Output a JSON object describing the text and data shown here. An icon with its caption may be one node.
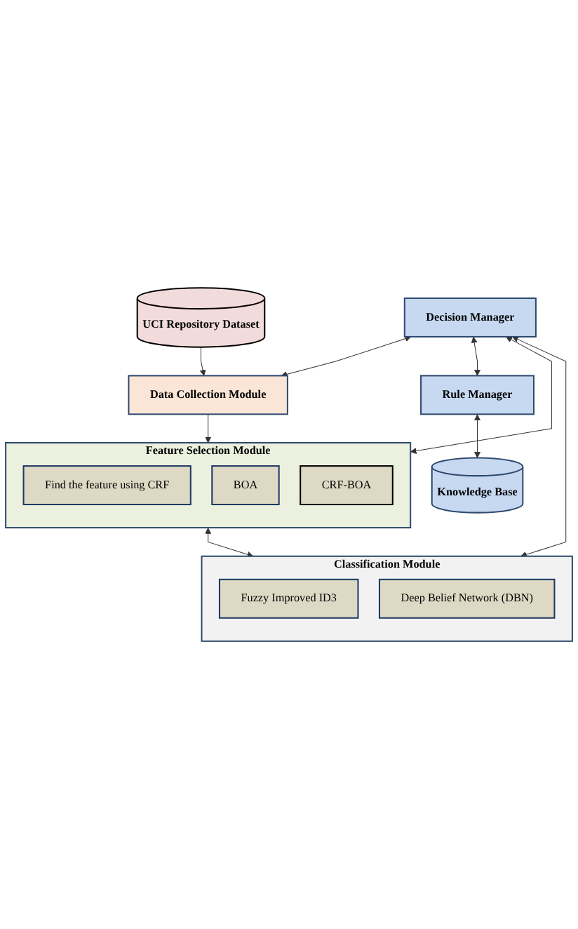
{
  "diagram": {
    "nodes": [
      {
        "text": [
          "Data Collection Module"
        ]
      },
      {
        "text": [
          "UCI Repository Dataset"
        ]
      },
      {
        "text": [
          "Feature Selection Module"
        ]
      },
      {
        "text": [
          "Find the feature using CRF"
        ],
        "in": 2
      },
      {
        "text": [
          "BOA"
        ],
        "in": 2
      },
      {
        "text": [
          "CRF-BOA"
        ],
        "in": 2
      },
      {
        "text": [
          "Decision Manager"
        ]
      },
      {
        "text": [
          "Rule Manager"
        ]
      },
      {
        "text": [
          "Knowledge Base"
        ]
      },
      {
        "text": [
          "Classification Module"
        ]
      },
      {
        "text": [
          "Fuzzy Improved ID3"
        ],
        "in": 9
      },
      {
        "text": [
          "Deep Belief Network (DBN)"
        ],
        "in": 9
      }
    ],
    "edges": [
      {
        "from": 1,
        "to": 0,
        "arrow": "to"
      },
      {
        "from": 6,
        "to": 0,
        "arrow": "both"
      },
      {
        "from": 0,
        "to": 2,
        "arrow": "to"
      },
      {
        "from": 6,
        "to": 2,
        "arrow": "both"
      },
      {
        "from": 6,
        "to": 7,
        "arrow": "both"
      },
      {
        "from": 7,
        "to": 8,
        "arrow": "both"
      },
      {
        "from": 6,
        "to": 9,
        "arrow": "both"
      },
      {
        "from": 2,
        "to": 9,
        "arrow": "both"
      }
    ]
  }
}
